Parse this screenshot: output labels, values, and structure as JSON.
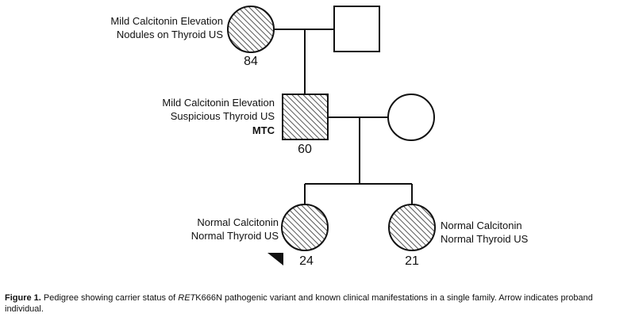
{
  "pedigree": {
    "grandmother": {
      "symbol": "circle",
      "carrier": true,
      "line1": "Mild Calcitonin Elevation",
      "line2": "Nodules on Thyroid US",
      "age": "84"
    },
    "grandfather": {
      "symbol": "square",
      "carrier": false
    },
    "father": {
      "symbol": "square",
      "carrier": true,
      "line1": "Mild Calcitonin Elevation",
      "line2": "Suspicious Thyroid US",
      "line3": "MTC",
      "age": "60"
    },
    "mother": {
      "symbol": "circle",
      "carrier": false
    },
    "daughter_proband": {
      "symbol": "circle",
      "carrier": true,
      "proband": true,
      "line1": "Normal Calcitonin",
      "line2": "Normal Thyroid US",
      "age": "24"
    },
    "daughter_2": {
      "symbol": "circle",
      "carrier": true,
      "line1": "Normal Calcitonin",
      "line2": "Normal Thyroid US",
      "age": "21"
    }
  },
  "caption": {
    "label": "Figure 1.",
    "text_before": "Pedigree showing carrier status of",
    "gene": "RET",
    "text_after": "K666N pathogenic variant and known clinical manifestations in a single family. Arrow indicates proband individual."
  },
  "colors": {
    "stroke": "#111111",
    "unaffected_fill": "#ffffff",
    "hatch": "#555555"
  }
}
